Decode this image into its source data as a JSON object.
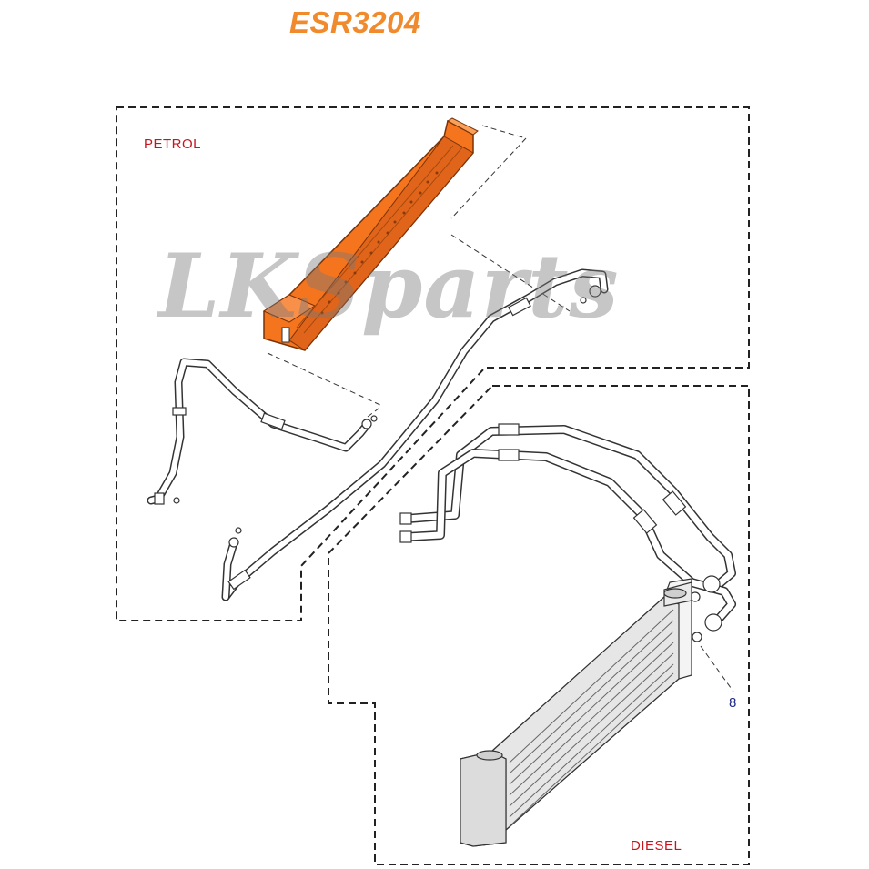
{
  "title": "ESR3204",
  "regions": {
    "petrol_label": "PETROL",
    "diesel_label": "DIESEL"
  },
  "callouts": {
    "item_8": "8"
  },
  "watermark": "LKSparts",
  "colors": {
    "highlight": "#f5751f",
    "title": "#f08a2c",
    "label_red": "#c8141e",
    "callout_blue": "#1f2a8c"
  }
}
